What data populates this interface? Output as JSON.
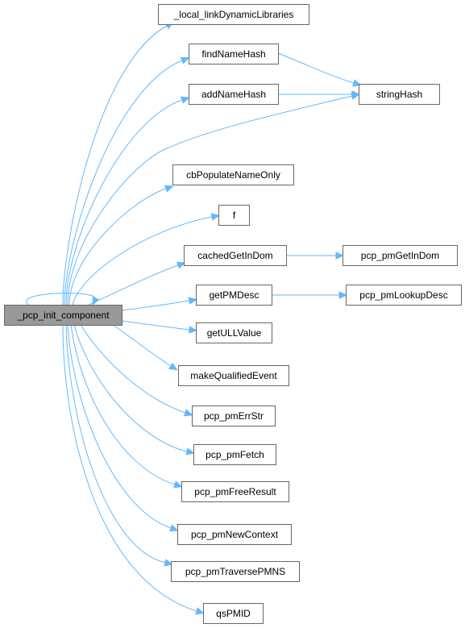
{
  "graph": {
    "root": "_pcp_init_component",
    "callees": [
      "_local_linkDynamicLibraries",
      "findNameHash",
      "addNameHash",
      "stringHash",
      "cbPopulateNameOnly",
      "f",
      "cachedGetInDom",
      "pcp_pmGetInDom",
      "getPMDesc",
      "pcp_pmLookupDesc",
      "getULLValue",
      "makeQualifiedEvent",
      "pcp_pmErrStr",
      "pcp_pmFetch",
      "pcp_pmFreeResult",
      "pcp_pmNewContext",
      "pcp_pmTraversePMNS",
      "qsPMID"
    ],
    "edges": [
      [
        "_pcp_init_component",
        "_pcp_init_component"
      ],
      [
        "_pcp_init_component",
        "_local_linkDynamicLibraries"
      ],
      [
        "_pcp_init_component",
        "findNameHash"
      ],
      [
        "_pcp_init_component",
        "addNameHash"
      ],
      [
        "_pcp_init_component",
        "stringHash"
      ],
      [
        "_pcp_init_component",
        "cbPopulateNameOnly"
      ],
      [
        "_pcp_init_component",
        "f"
      ],
      [
        "_pcp_init_component",
        "cachedGetInDom"
      ],
      [
        "_pcp_init_component",
        "getPMDesc"
      ],
      [
        "_pcp_init_component",
        "getULLValue"
      ],
      [
        "_pcp_init_component",
        "makeQualifiedEvent"
      ],
      [
        "_pcp_init_component",
        "pcp_pmErrStr"
      ],
      [
        "_pcp_init_component",
        "pcp_pmFetch"
      ],
      [
        "_pcp_init_component",
        "pcp_pmFreeResult"
      ],
      [
        "_pcp_init_component",
        "pcp_pmNewContext"
      ],
      [
        "_pcp_init_component",
        "pcp_pmTraversePMNS"
      ],
      [
        "_pcp_init_component",
        "qsPMID"
      ],
      [
        "findNameHash",
        "stringHash"
      ],
      [
        "addNameHash",
        "stringHash"
      ],
      [
        "cachedGetInDom",
        "pcp_pmGetInDom"
      ],
      [
        "getPMDesc",
        "pcp_pmLookupDesc"
      ]
    ]
  },
  "colors": {
    "edge": "#63b8ff",
    "node_border": "#666666",
    "root_fill": "#999999",
    "node_fill": "#ffffff"
  }
}
